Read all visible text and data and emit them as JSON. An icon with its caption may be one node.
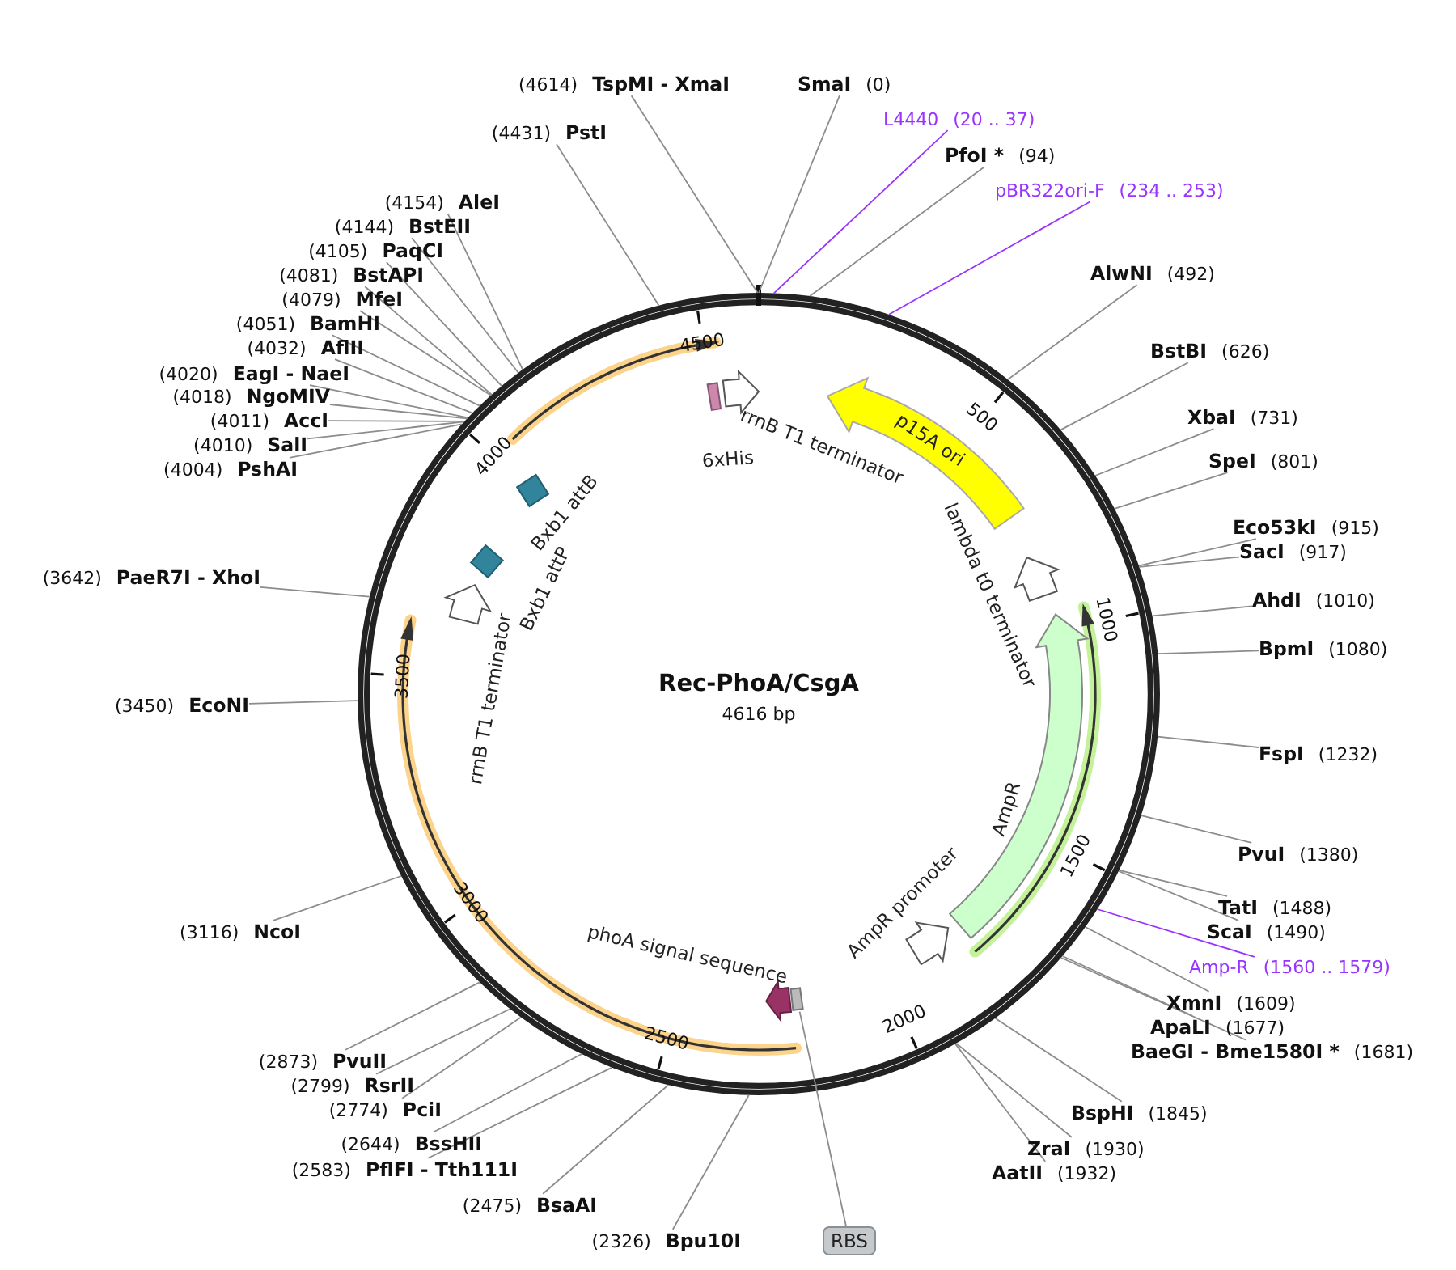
{
  "diagram": {
    "nodes": [
      {
        "text": [
          "Rec-PhoA/CsgA",
          "4616 bp"
        ]
      },
      {
        "text": [
          "rrnB T1 terminator"
        ],
        "in": 0
      },
      {
        "text": [
          "6xHis"
        ],
        "in": 0
      },
      {
        "text": [
          "p15A ori"
        ],
        "in": 0
      },
      {
        "text": [
          "lambda t0 terminator"
        ],
        "in": 0
      },
      {
        "text": [
          "AmpR"
        ],
        "in": 0
      },
      {
        "text": [
          "AmpR promoter"
        ],
        "in": 0
      },
      {
        "text": [],
        "shape": "box",
        "in": 0
      },
      {
        "text": [
          "phoA signal sequence"
        ],
        "in": 0
      },
      {
        "text": [
          "rrnB T1 terminator"
        ],
        "in": 0
      },
      {
        "text": [
          "Bxb1 attP"
        ],
        "in": 0
      },
      {
        "text": [
          "Bxb1 attB"
        ],
        "in": 0
      },
      {
        "text": [
          "RBS"
        ]
      },
      {
        "text": [
          "SmaI",
          "(0)"
        ]
      },
      {
        "text": [
          "L4440",
          "(20 .. 37)"
        ]
      },
      {
        "text": [
          "PfoI *",
          "(94)"
        ]
      },
      {
        "text": [
          "pBR322ori-F",
          "(234 .. 253)"
        ]
      },
      {
        "text": [
          "AlwNI",
          "(492)"
        ]
      },
      {
        "text": [
          "BstBI",
          "(626)"
        ]
      },
      {
        "text": [
          "XbaI",
          "(731)"
        ]
      },
      {
        "text": [
          "SpeI",
          "(801)"
        ]
      },
      {
        "text": [
          "Eco53kI",
          "(915)"
        ]
      },
      {
        "text": [
          "SacI",
          "(917)"
        ]
      },
      {
        "text": [
          "AhdI",
          "(1010)"
        ]
      },
      {
        "text": [
          "BpmI",
          "(1080)"
        ]
      },
      {
        "text": [
          "FspI",
          "(1232)"
        ]
      },
      {
        "text": [
          "PvuI",
          "(1380)"
        ]
      },
      {
        "text": [
          "TatI",
          "(1488)"
        ]
      },
      {
        "text": [
          "ScaI",
          "(1490)"
        ]
      },
      {
        "text": [
          "Amp-R",
          "(1560 .. 1579)"
        ]
      },
      {
        "text": [
          "XmnI",
          "(1609)"
        ]
      },
      {
        "text": [
          "ApaLI",
          "(1677)"
        ]
      },
      {
        "text": [
          "BaeGI - Bme1580I *",
          "(1681)"
        ]
      },
      {
        "text": [
          "BspHI",
          "(1845)"
        ]
      },
      {
        "text": [
          "ZraI",
          "(1930)"
        ]
      },
      {
        "text": [
          "AatII",
          "(1932)"
        ]
      },
      {
        "text": [
          "(2326)",
          "Bpu10I"
        ]
      },
      {
        "text": [
          "(2475)",
          "BsaAI"
        ]
      },
      {
        "text": [
          "(2583)",
          "PflFI - Tth111I"
        ]
      },
      {
        "text": [
          "(2644)",
          "BssHII"
        ]
      },
      {
        "text": [
          "(2774)",
          "PciI"
        ]
      },
      {
        "text": [
          "(2799)",
          "RsrII"
        ]
      },
      {
        "text": [
          "(2873)",
          "PvuII"
        ]
      },
      {
        "text": [
          "(3116)",
          "NcoI"
        ]
      },
      {
        "text": [
          "(3450)",
          "EcoNI"
        ]
      },
      {
        "text": [
          "(3642)",
          "PaeR7I - XhoI"
        ]
      },
      {
        "text": [
          "(4004)",
          "PshAI"
        ]
      },
      {
        "text": [
          "(4010)",
          "SalI"
        ]
      },
      {
        "text": [
          "(4011)",
          "AccI"
        ]
      },
      {
        "text": [
          "(4018)",
          "NgoMIV"
        ]
      },
      {
        "text": [
          "(4020)",
          "EagI - NaeI"
        ]
      },
      {
        "text": [
          "(4032)",
          "AflII"
        ]
      },
      {
        "text": [
          "(4051)",
          "BamHI"
        ]
      },
      {
        "text": [
          "(4079)",
          "MfeI"
        ]
      },
      {
        "text": [
          "(4081)",
          "BstAPI"
        ]
      },
      {
        "text": [
          "(4105)",
          "PaqCI"
        ]
      },
      {
        "text": [
          "(4144)",
          "BstEII"
        ]
      },
      {
        "text": [
          "(4154)",
          "AleI"
        ]
      },
      {
        "text": [
          "(4431)",
          "PstI"
        ]
      },
      {
        "text": [
          "(4614)",
          "TspMI - XmaI"
        ]
      }
    ],
    "edges": [
      {
        "from": 12,
        "to": 7,
        "arrow": "none"
      },
      {
        "from": 13,
        "to": 0,
        "arrow": "none"
      },
      {
        "from": 14,
        "to": 0,
        "arrow": "none",
        "color": "#9933ff"
      },
      {
        "from": 15,
        "to": 0,
        "arrow": "none"
      },
      {
        "from": 16,
        "to": 0,
        "arrow": "none",
        "color": "#9933ff"
      },
      {
        "from": 17,
        "to": 0,
        "arrow": "none"
      },
      {
        "from": 18,
        "to": 0,
        "arrow": "none"
      },
      {
        "from": 19,
        "to": 0,
        "arrow": "none"
      },
      {
        "from": 20,
        "to": 0,
        "arrow": "none"
      },
      {
        "from": 21,
        "to": 0,
        "arrow": "none"
      },
      {
        "from": 22,
        "to": 0,
        "arrow": "none"
      },
      {
        "from": 23,
        "to": 0,
        "arrow": "none"
      },
      {
        "from": 24,
        "to": 0,
        "arrow": "none"
      },
      {
        "from": 25,
        "to": 0,
        "arrow": "none"
      },
      {
        "from": 26,
        "to": 0,
        "arrow": "none"
      },
      {
        "from": 27,
        "to": 0,
        "arrow": "none"
      },
      {
        "from": 28,
        "to": 0,
        "arrow": "none"
      },
      {
        "from": 29,
        "to": 0,
        "arrow": "none",
        "color": "#9933ff"
      },
      {
        "from": 30,
        "to": 0,
        "arrow": "none"
      },
      {
        "from": 31,
        "to": 0,
        "arrow": "none"
      },
      {
        "from": 32,
        "to": 0,
        "arrow": "none"
      },
      {
        "from": 33,
        "to": 0,
        "arrow": "none"
      },
      {
        "from": 34,
        "to": 0,
        "arrow": "none"
      },
      {
        "from": 35,
        "to": 0,
        "arrow": "none"
      },
      {
        "from": 36,
        "to": 0,
        "arrow": "none"
      },
      {
        "from": 37,
        "to": 0,
        "arrow": "none"
      },
      {
        "from": 38,
        "to": 0,
        "arrow": "none"
      },
      {
        "from": 39,
        "to": 0,
        "arrow": "none"
      },
      {
        "from": 40,
        "to": 0,
        "arrow": "none"
      },
      {
        "from": 41,
        "to": 0,
        "arrow": "none"
      },
      {
        "from": 42,
        "to": 0,
        "arrow": "none"
      },
      {
        "from": 43,
        "to": 0,
        "arrow": "none"
      },
      {
        "from": 44,
        "to": 0,
        "arrow": "none"
      },
      {
        "from": 45,
        "to": 0,
        "arrow": "none"
      },
      {
        "from": 46,
        "to": 0,
        "arrow": "none"
      },
      {
        "from": 47,
        "to": 0,
        "arrow": "none"
      },
      {
        "from": 48,
        "to": 0,
        "arrow": "none"
      },
      {
        "from": 49,
        "to": 0,
        "arrow": "none"
      },
      {
        "from": 50,
        "to": 0,
        "arrow": "none"
      },
      {
        "from": 51,
        "to": 0,
        "arrow": "none"
      },
      {
        "from": 52,
        "to": 0,
        "arrow": "none"
      },
      {
        "from": 53,
        "to": 0,
        "arrow": "none"
      },
      {
        "from": 54,
        "to": 0,
        "arrow": "none"
      },
      {
        "from": 55,
        "to": 0,
        "arrow": "none"
      },
      {
        "from": 56,
        "to": 0,
        "arrow": "none"
      },
      {
        "from": 57,
        "to": 0,
        "arrow": "none"
      },
      {
        "from": 58,
        "to": 0,
        "arrow": "none"
      },
      {
        "from": 59,
        "to": 0,
        "arrow": "none"
      }
    ],
    "labels": [
      "500",
      "1000",
      "1500",
      "2000",
      "2500",
      "3000",
      "3500",
      "4000",
      "4500"
    ]
  }
}
